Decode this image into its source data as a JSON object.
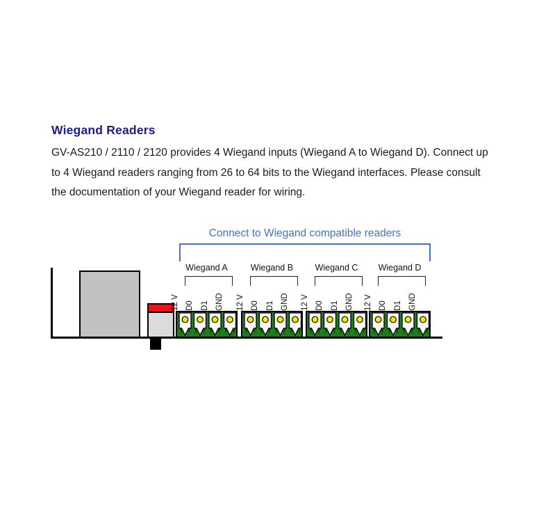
{
  "colors": {
    "heading-navy": "#1B1B8A",
    "accent-blue": "#4472C4",
    "terminal-green": "#1E7D1E",
    "terminal-dark-green": "#0A5409",
    "screw-yellow": "#FFE800",
    "component-red": "#E81218",
    "component-gray": "#C2C2C2",
    "component-light-gray": "#DBDBDB"
  },
  "heading": {
    "title": "Wiegand Readers"
  },
  "paragraph": {
    "lines": [
      "GV-AS210 / 2110 / 2120 provides 4 Wiegand inputs (Wiegand A to Wiegand D). Connect up",
      "to 4 Wiegand readers ranging from 26 to 64 bits to the Wiegand interfaces. Please consult",
      "the documentation of your Wiegand reader for wiring."
    ]
  },
  "diagram": {
    "caption": "Connect to Wiegand compatible readers",
    "groups": [
      {
        "label": "Wiegand A",
        "pins": [
          "12 V",
          "D0",
          "D1",
          "GND"
        ]
      },
      {
        "label": "Wiegand B",
        "pins": [
          "12 V",
          "D0",
          "D1",
          "GND"
        ]
      },
      {
        "label": "Wiegand C",
        "pins": [
          "12 V",
          "D0",
          "D1",
          "GND"
        ]
      },
      {
        "label": "Wiegand D",
        "pins": [
          "12 V",
          "D0",
          "D1",
          "GND"
        ]
      }
    ]
  }
}
